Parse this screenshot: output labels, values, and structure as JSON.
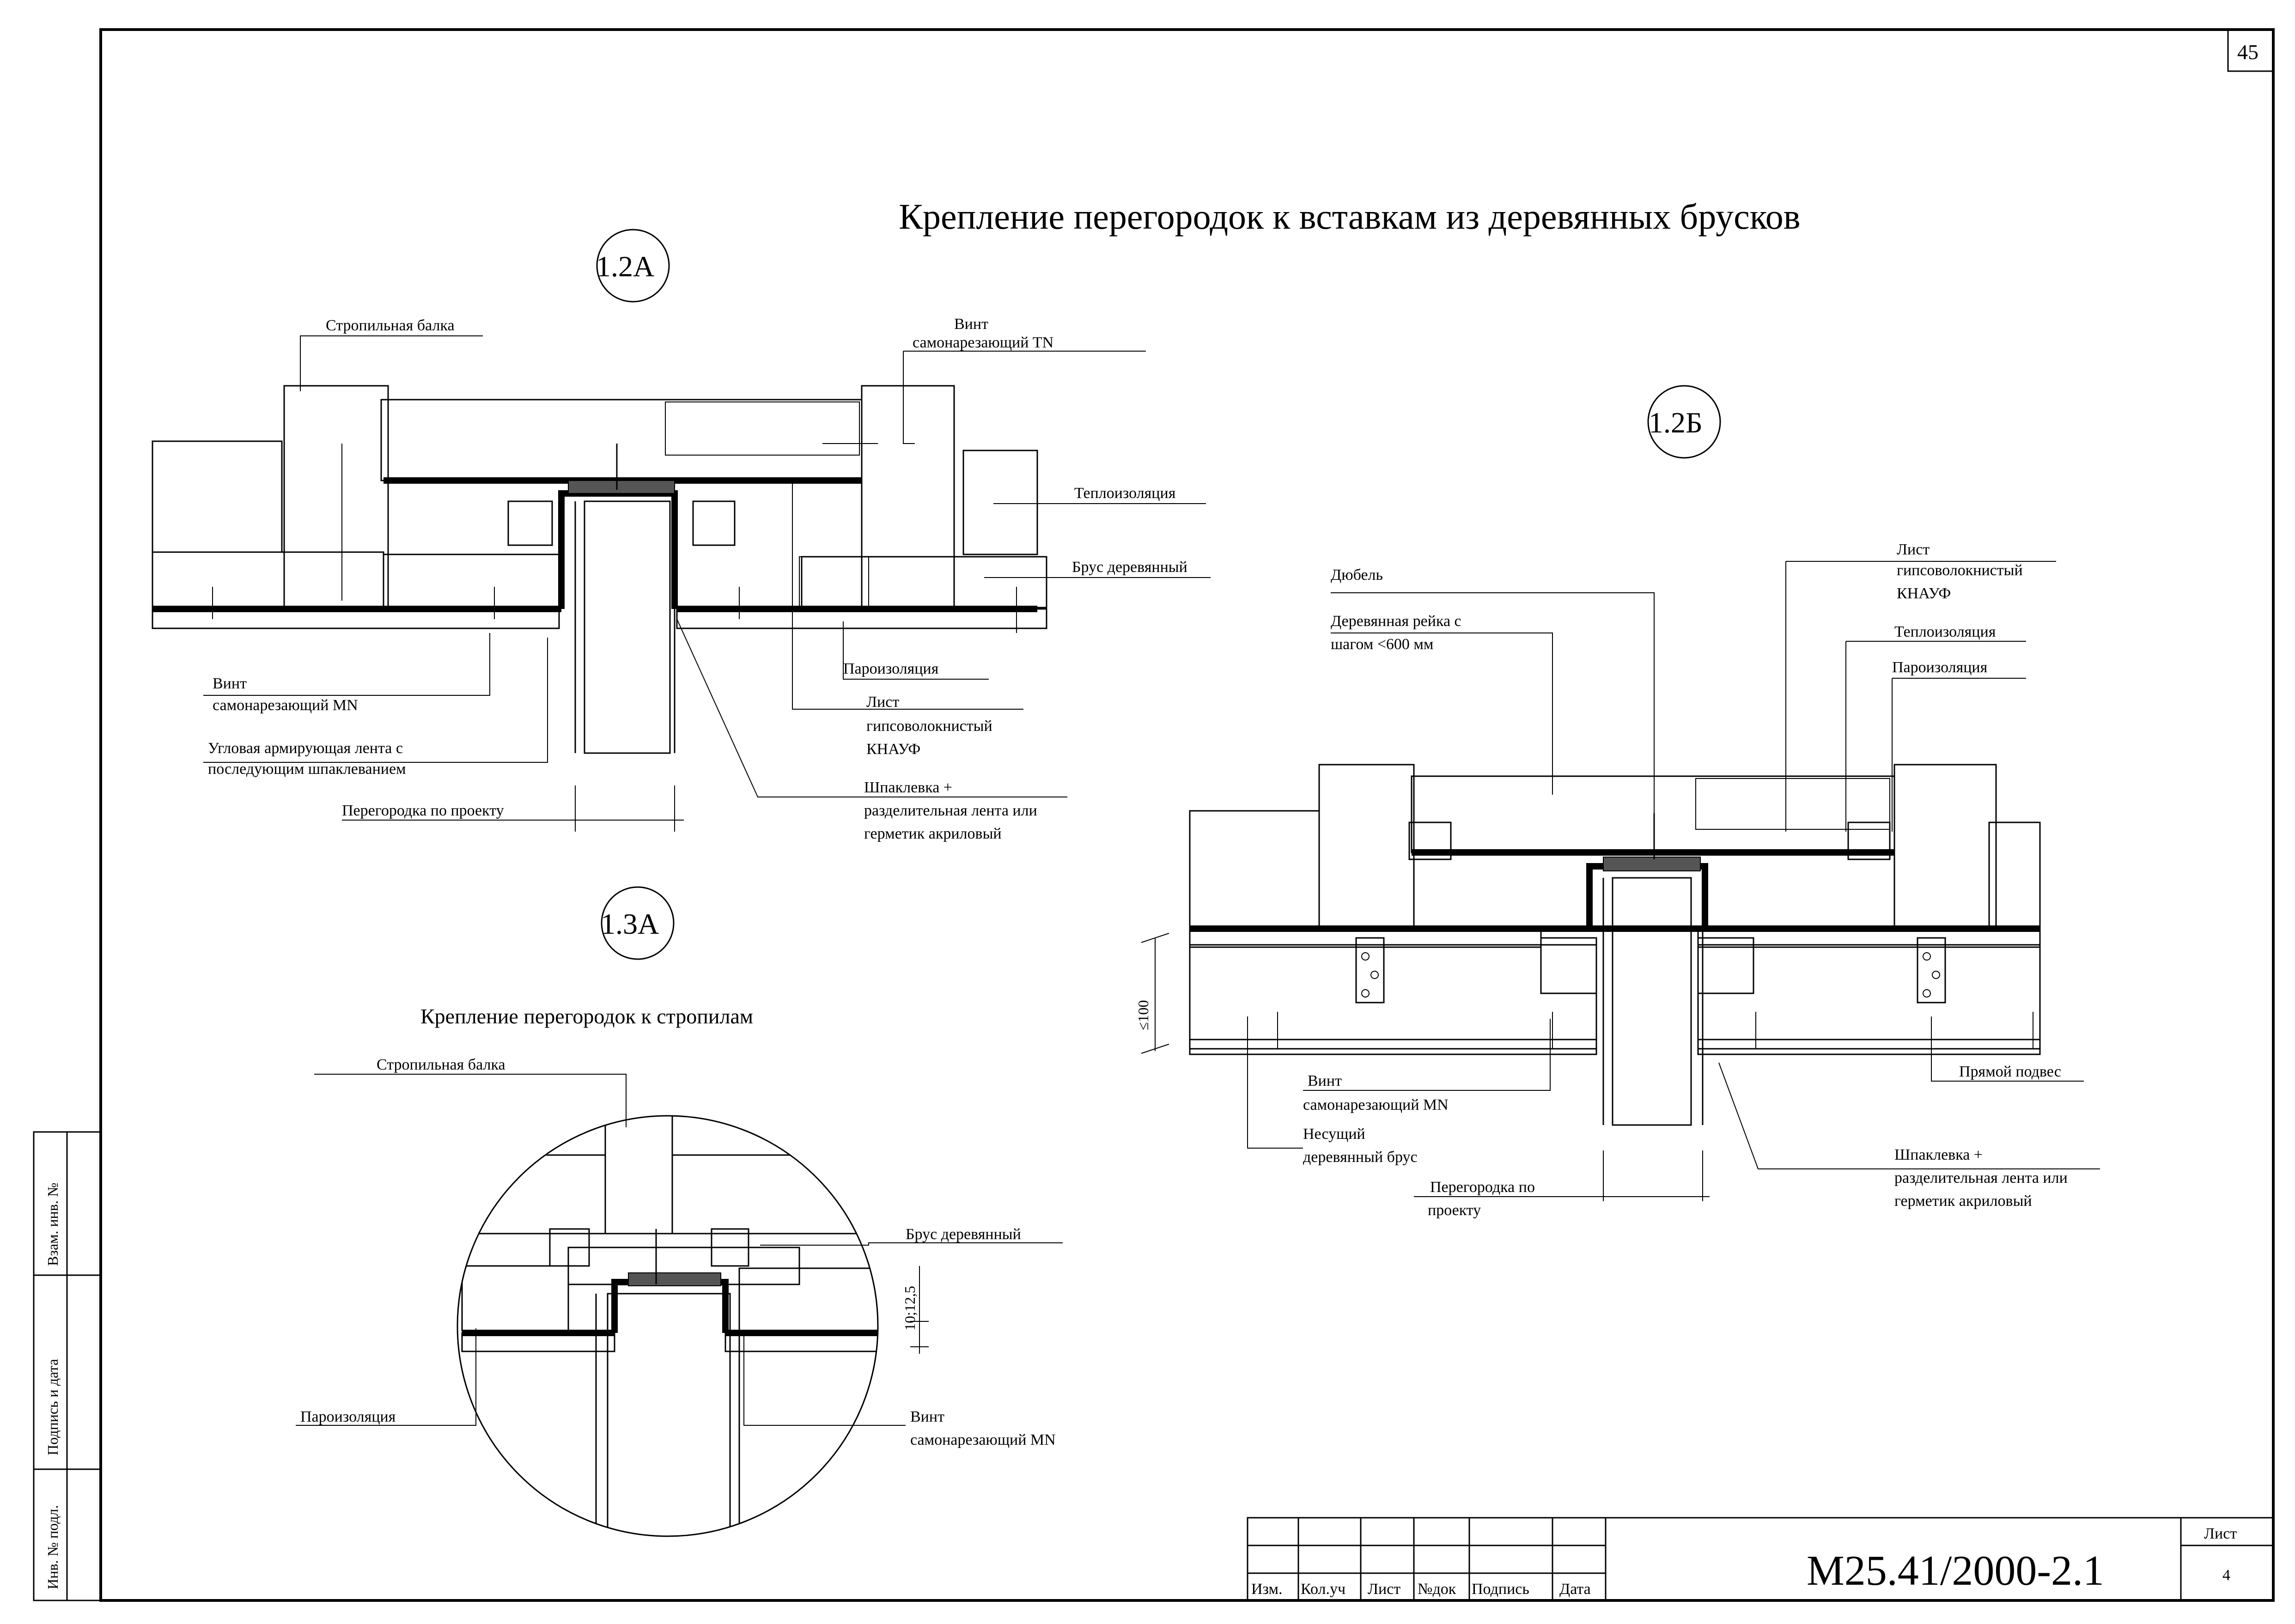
{
  "sheet": {
    "page_number": "45",
    "title": "Крепление перегородок к вставкам из деревянных брусков",
    "subtitle_13a": "Крепление перегородок к стропилам"
  },
  "marks": {
    "m12a": "1.2А",
    "m12b": "1.2Б",
    "m13a": "1.3А"
  },
  "labels_12a": {
    "rafter": "Стропильная балка",
    "screw_tn_1": "Винт",
    "screw_tn_2": "самонарезающий  TN",
    "insulation": "Теплоизоляция",
    "wood_bar": "Брус деревянный",
    "vapor": "Пароизоляция",
    "sheet_1": "Лист",
    "sheet_2": "гипсоволокнистый",
    "sheet_3": "КНАУФ",
    "screw_mn_1": "Винт",
    "screw_mn_2": "самонарезающий   MN",
    "tape_1": "Угловая армирующая лента с",
    "tape_2": "последующим шпаклеванием",
    "partition": "Перегородка по проекту",
    "putty_1": "Шпаклевка +",
    "putty_2": "разделительная лента или",
    "putty_3": " герметик акриловый"
  },
  "labels_12b": {
    "dowel": "Дюбель",
    "rail_1": "Деревянная рейка с",
    "rail_2": "шагом  <600 мм",
    "sheet_1": "Лист",
    "sheet_2": "гипсоволокнистый",
    "sheet_3": "КНАУФ",
    "insulation": "Теплоизоляция",
    "vapor": "Пароизоляция",
    "dim": "≤100",
    "screw_1": "Винт",
    "screw_2": "самонарезающий   MN",
    "beam_1": "Несущий",
    "beam_2": "деревянный брус",
    "partition_1": "Перегородка по",
    "partition_2": "проекту",
    "hanger": "Прямой подвес",
    "putty_1": "Шпаклевка +",
    "putty_2": "разделительная лента или",
    "putty_3": " герметик акриловый"
  },
  "labels_13a": {
    "rafter": "Стропильная  балка",
    "wood_bar": "Брус деревянный",
    "dim": "10;12,5",
    "vapor": "Пароизоляция",
    "screw_1": "Винт",
    "screw_2": "самонарезающий   MN"
  },
  "side_stamp": {
    "f1": "Взам. инв. №",
    "f2": "Подпись и дата",
    "f3": "Инв. № подл."
  },
  "title_block": {
    "code": "М25.41/2000-2.1",
    "sheet_label": "Лист",
    "sheet_value": "4",
    "cols": [
      "Изм.",
      "Кол.уч",
      "Лист",
      "№док",
      "Подпись",
      "Дата"
    ]
  }
}
